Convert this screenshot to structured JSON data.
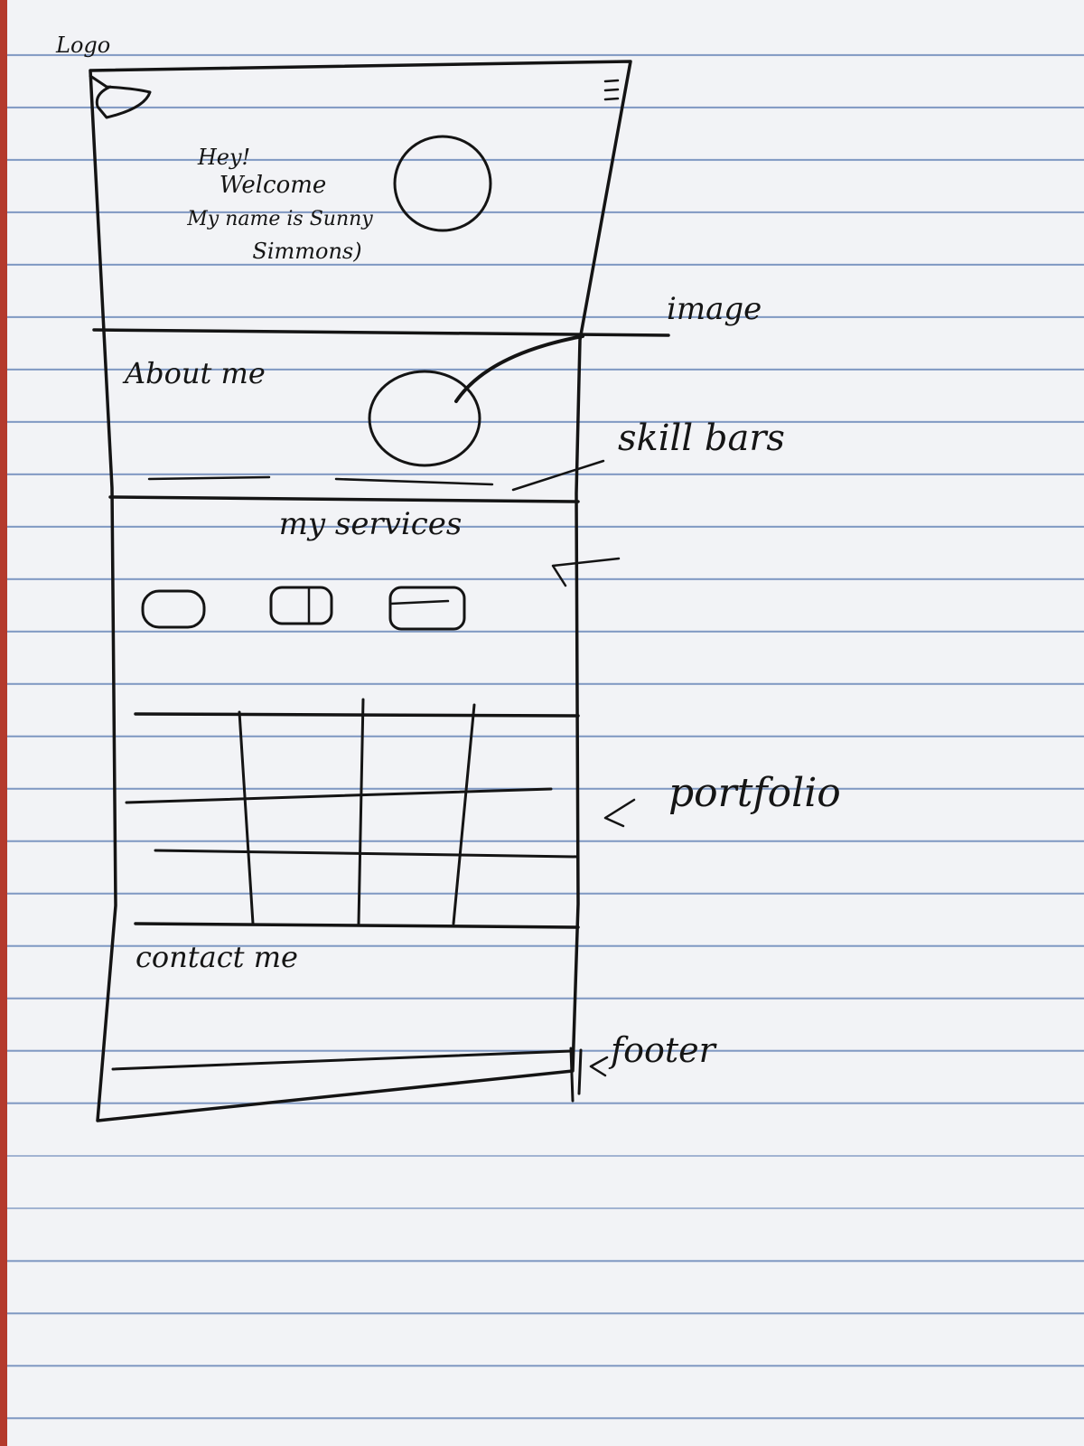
{
  "header": {
    "logo_label": "Logo",
    "menu_icon": "hamburger-icon"
  },
  "hero": {
    "greeting": "Hey!",
    "welcome": "Welcome",
    "name_line": "My name is Sunny",
    "surname": "Simmons)"
  },
  "about": {
    "title": "About me"
  },
  "services": {
    "title": "my services",
    "cards": [
      "service-card-1",
      "service-card-2",
      "service-card-3"
    ]
  },
  "contact": {
    "title": "contact me"
  },
  "annotations": {
    "image": "image",
    "skill_bars": "skill bars",
    "portfolio": "portfolio",
    "footer": "footer"
  },
  "colors": {
    "ink": "#141414",
    "paper": "#f2f3f6",
    "rule_line": "#7f98c2",
    "margin_edge": "#b43a2c"
  }
}
